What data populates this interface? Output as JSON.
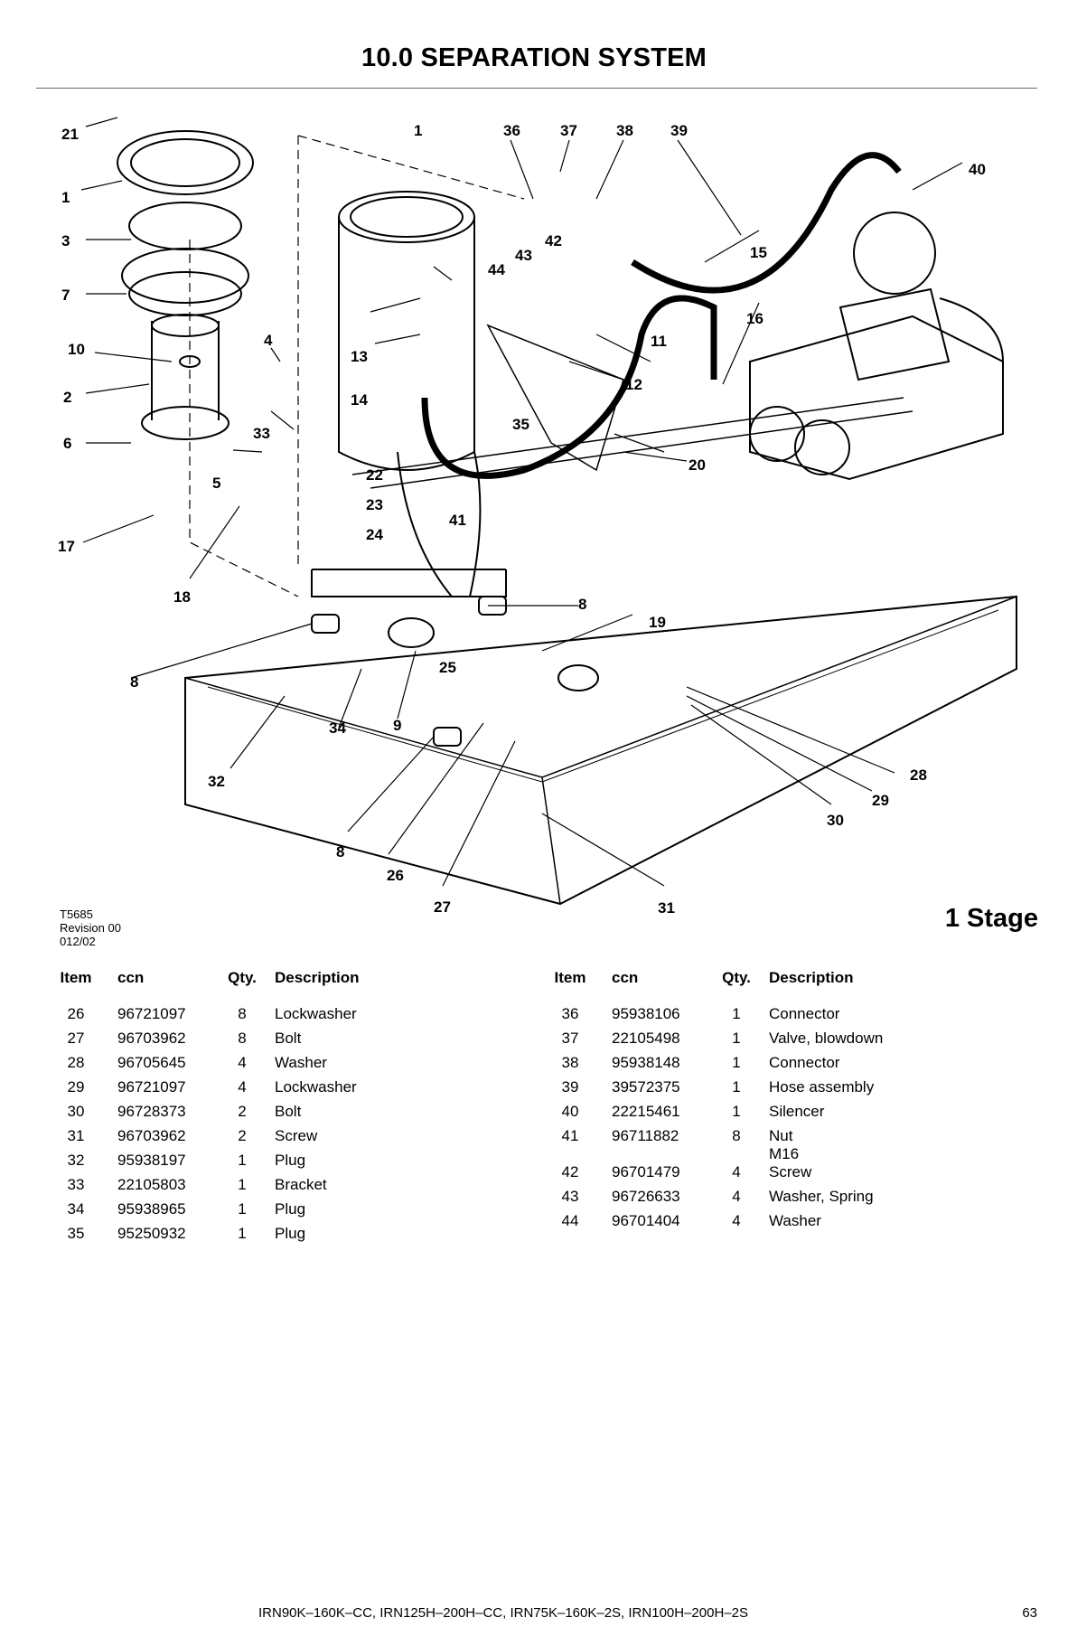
{
  "page": {
    "title": "10.0 SEPARATION SYSTEM",
    "figure_id": "T5685",
    "revision": "Revision 00",
    "date": "012/02",
    "stage_label": "1 Stage",
    "footer_models": "IRN90K–160K–CC, IRN125H–200H–CC, IRN75K–160K–2S, IRN100H–200H–2S",
    "page_number": "63"
  },
  "diagram": {
    "callouts": [
      "1",
      "36",
      "37",
      "38",
      "39",
      "40",
      "21",
      "1",
      "3",
      "7",
      "10",
      "2",
      "6",
      "4",
      "33",
      "5",
      "17",
      "18",
      "13",
      "14",
      "44",
      "43",
      "42",
      "15",
      "16",
      "11",
      "12",
      "35",
      "20",
      "22",
      "23",
      "24",
      "41",
      "8",
      "19",
      "25",
      "8",
      "34",
      "9",
      "32",
      "28",
      "29",
      "30",
      "8",
      "26",
      "27",
      "31"
    ]
  },
  "parts_table": {
    "headers": [
      "Item",
      "ccn",
      "Qty.",
      "Description"
    ],
    "left": [
      {
        "item": "26",
        "ccn": "96721097",
        "qty": "8",
        "desc": "Lockwasher",
        "desc2": ""
      },
      {
        "item": "27",
        "ccn": "96703962",
        "qty": "8",
        "desc": "Bolt",
        "desc2": ""
      },
      {
        "item": "28",
        "ccn": "96705645",
        "qty": "4",
        "desc": "Washer",
        "desc2": ""
      },
      {
        "item": "29",
        "ccn": "96721097",
        "qty": "4",
        "desc": "Lockwasher",
        "desc2": ""
      },
      {
        "item": "30",
        "ccn": "96728373",
        "qty": "2",
        "desc": "Bolt",
        "desc2": ""
      },
      {
        "item": "31",
        "ccn": "96703962",
        "qty": "2",
        "desc": "Screw",
        "desc2": ""
      },
      {
        "item": "32",
        "ccn": "95938197",
        "qty": "1",
        "desc": "Plug",
        "desc2": ""
      },
      {
        "item": "33",
        "ccn": "22105803",
        "qty": "1",
        "desc": "Bracket",
        "desc2": ""
      },
      {
        "item": "34",
        "ccn": "95938965",
        "qty": "1",
        "desc": "Plug",
        "desc2": ""
      },
      {
        "item": "35",
        "ccn": "95250932",
        "qty": "1",
        "desc": "Plug",
        "desc2": ""
      }
    ],
    "right": [
      {
        "item": "36",
        "ccn": "95938106",
        "qty": "1",
        "desc": "Connector",
        "desc2": ""
      },
      {
        "item": "37",
        "ccn": "22105498",
        "qty": "1",
        "desc": "Valve, blowdown",
        "desc2": ""
      },
      {
        "item": "38",
        "ccn": "95938148",
        "qty": "1",
        "desc": "Connector",
        "desc2": ""
      },
      {
        "item": "39",
        "ccn": "39572375",
        "qty": "1",
        "desc": "Hose assembly",
        "desc2": ""
      },
      {
        "item": "40",
        "ccn": "22215461",
        "qty": "1",
        "desc": "Silencer",
        "desc2": ""
      },
      {
        "item": "41",
        "ccn": "96711882",
        "qty": "8",
        "desc": "Nut",
        "desc2": "M16"
      },
      {
        "item": "42",
        "ccn": "96701479",
        "qty": "4",
        "desc": "Screw",
        "desc2": ""
      },
      {
        "item": "43",
        "ccn": "96726633",
        "qty": "4",
        "desc": "Washer, Spring",
        "desc2": ""
      },
      {
        "item": "44",
        "ccn": "96701404",
        "qty": "4",
        "desc": "Washer",
        "desc2": ""
      }
    ]
  }
}
